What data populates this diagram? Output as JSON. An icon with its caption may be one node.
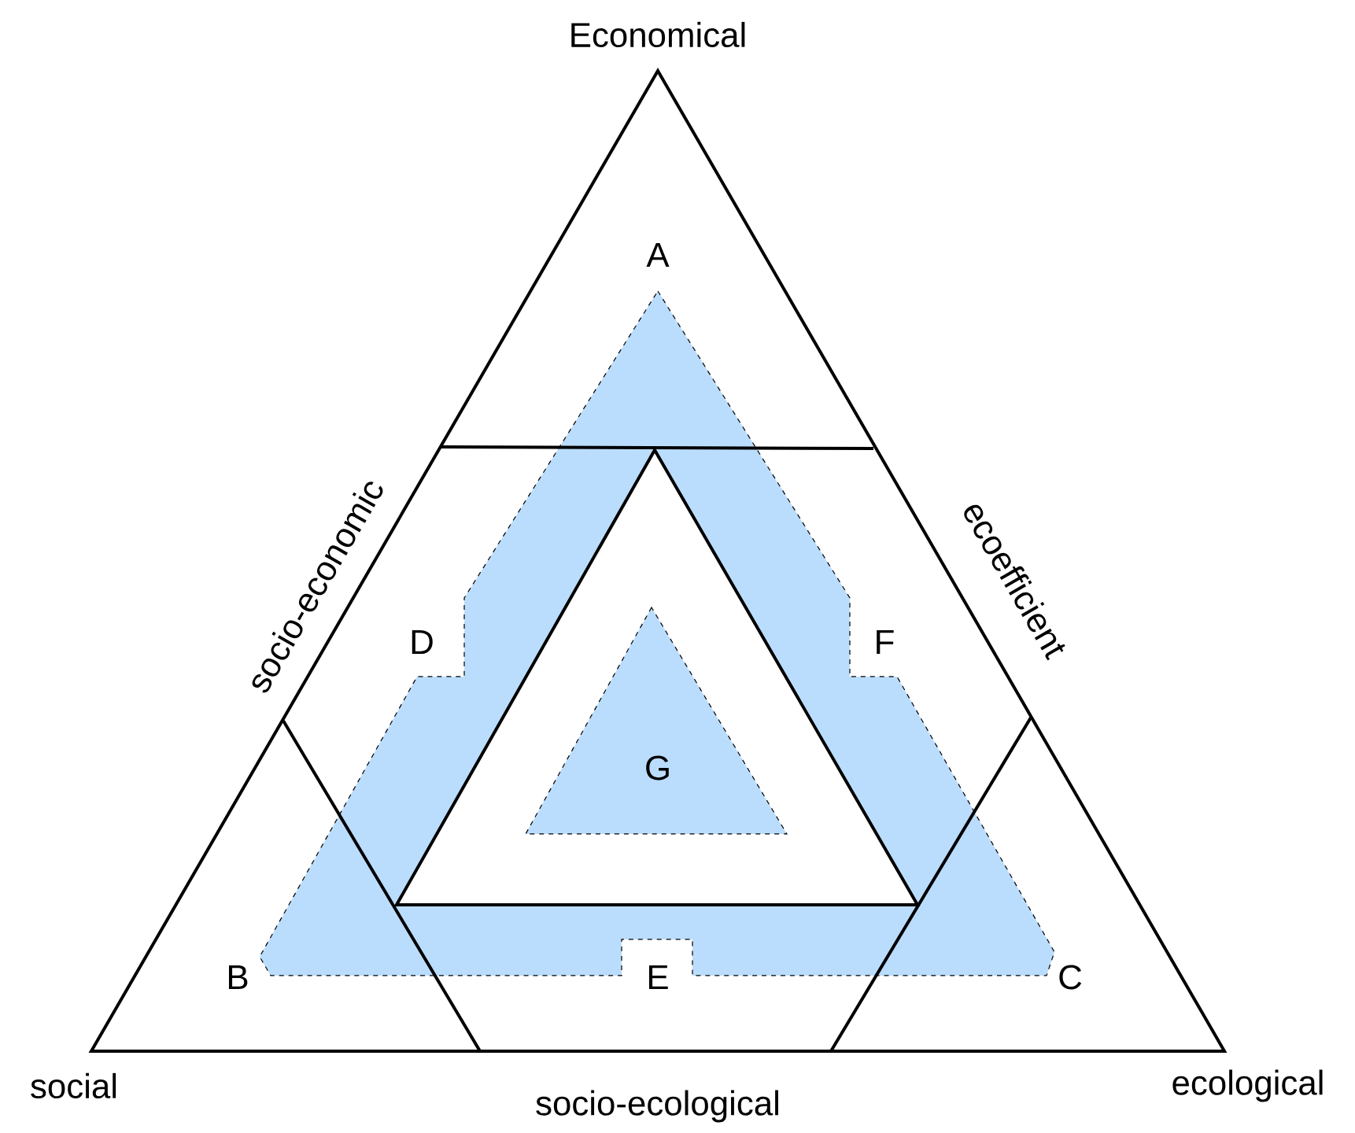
{
  "diagram": {
    "nodes": [
      {
        "text": [
          "G"
        ]
      }
    ],
    "labels": [
      "Economical",
      "A",
      "socio-economic",
      "ecoefficient",
      "D",
      "F",
      "B",
      "E",
      "C",
      "social",
      "socio-ecological",
      "ecological"
    ]
  }
}
